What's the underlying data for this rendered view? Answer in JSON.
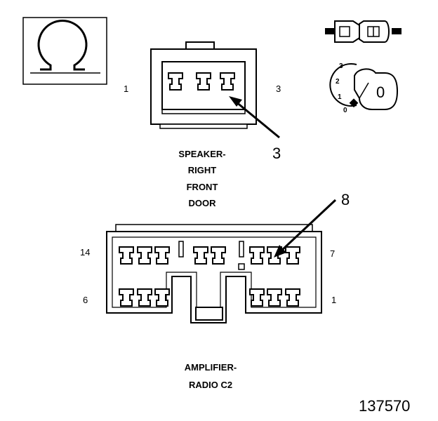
{
  "speaker_connector": {
    "pin_left": "1",
    "pin_right": "3",
    "callout": "3",
    "caption": [
      "SPEAKER-",
      "RIGHT",
      "FRONT",
      "DOOR"
    ]
  },
  "amplifier_connector": {
    "pin_top_left": "14",
    "pin_top_right": "7",
    "pin_bottom_left": "6",
    "pin_bottom_right": "1",
    "callout": "8",
    "caption": [
      "AMPLIFIER-",
      "RADIO C2"
    ]
  },
  "key_legend": {
    "positions": [
      "3",
      "2",
      "1",
      "0"
    ],
    "key_label": "0"
  },
  "figure_number": "137570"
}
